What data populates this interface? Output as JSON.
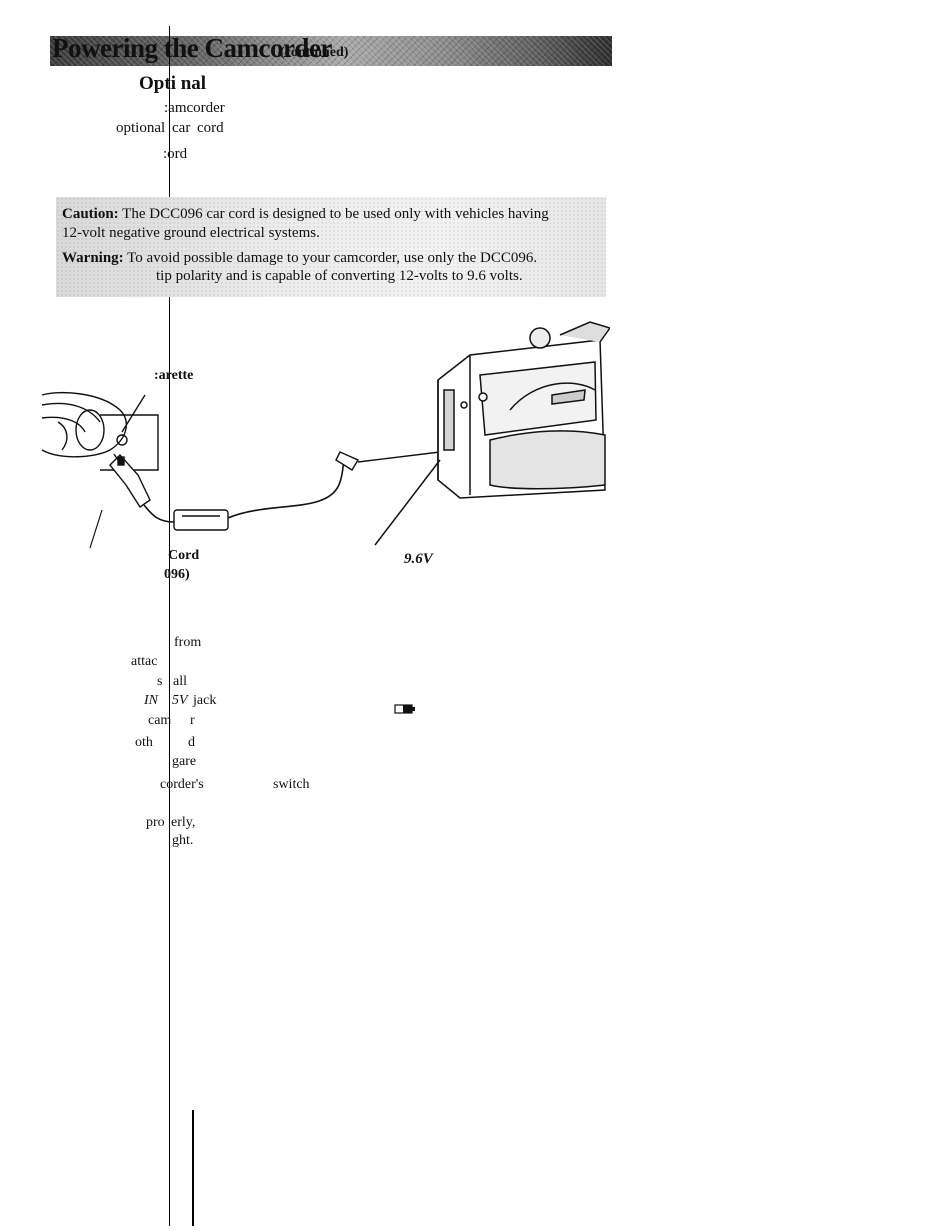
{
  "header": {
    "title": "Powering the Camcorder",
    "subtitle": "(continued)"
  },
  "section_heading": {
    "part1": "Opt",
    "part2": "i",
    "part3": "nal"
  },
  "intro": {
    "line1": ":amcorder",
    "line2a": "optional",
    "line2b": "car",
    "line2c": "cord",
    "line3": ":ord"
  },
  "notice": {
    "caution_label": "Caution:",
    "caution_line1": "The DCC096 car cord is designed to be used only with vehicles having",
    "caution_line2": "12-volt negative ground electrical systems.",
    "warning_label": "Warning:",
    "warning_line1": "To avoid possible damage to your camcorder, use only the DCC096.",
    "warning_line2a": "ti",
    "warning_line2b": "p polarity and is capable of converting 12-volts to 9.6 volts."
  },
  "figure": {
    "cigarette_label": ":arette",
    "cord_label_line1": "Cord",
    "cord_label_line2": "096)",
    "jack_label": "9.6V"
  },
  "steps": {
    "s1a": "from",
    "s1b": "attac",
    "s2a": "s",
    "s2b": "all",
    "s3a": "IN",
    "s3b": "5V",
    "s3c": "jack",
    "s4a": "cam",
    "s4b": "r",
    "s5a": "oth",
    "s5b": "d",
    "s6": "gare",
    "s7a": "corder's",
    "s7b": "switch",
    "s8a": "pro",
    "s8b": "erly,",
    "s9": "ght."
  },
  "colors": {
    "ink": "#111111",
    "band_dark": "#3a3a3a",
    "band_light": "#a9a9a9",
    "shade": "#e6e6e6"
  }
}
